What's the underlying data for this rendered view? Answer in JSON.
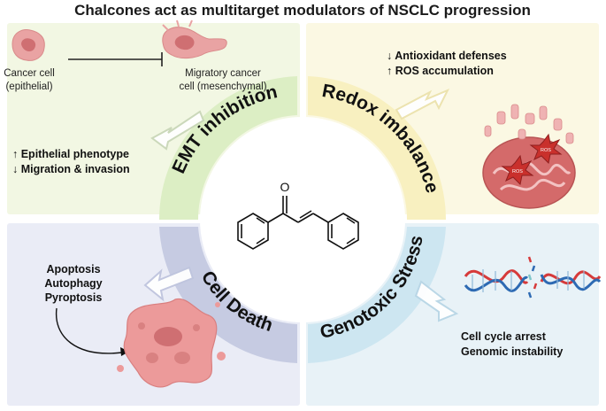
{
  "title": "Chalcones act as multitarget modulators of NSCLC progression",
  "emt": {
    "cell_left_label": [
      "Cancer cell",
      "(epithelial)"
    ],
    "cell_right_label": [
      "Migratory cancer",
      "cell (mesenchymal)"
    ],
    "ring_label": "EMT inhibition",
    "effects": [
      "↑ Epithelial phenotype",
      "↓ Migration & invasion"
    ]
  },
  "redox": {
    "ring_label": "Redox imbalance",
    "effects": [
      "↓ Antioxidant defenses",
      "↑ ROS accumulation"
    ],
    "ros_tag": "ROS"
  },
  "death": {
    "ring_label": "Cell Death",
    "effects": [
      "Apoptosis",
      "Autophagy",
      "Pyroptosis"
    ]
  },
  "genotoxic": {
    "ring_label": "Genotoxic Stress",
    "effects": [
      "Cell cycle arrest",
      "Genomic instability"
    ]
  },
  "center": {
    "carbonyl_atom": "O"
  },
  "colors": {
    "emt_panel": "#f2f7e3",
    "emt_ring": "#dceec4",
    "redox_panel": "#fbf8e3",
    "redox_ring": "#f8f0c0",
    "death_panel": "#eaecf6",
    "death_ring": "#c6cbe2",
    "geno_panel": "#e8f2f7",
    "geno_ring": "#cde6f1",
    "cell_pink": "#e9a3a3",
    "nucleus": "#cf6f72",
    "mito": "#d46a6a",
    "dna_red": "#d63a3a",
    "dna_blue": "#2d6ab3"
  }
}
